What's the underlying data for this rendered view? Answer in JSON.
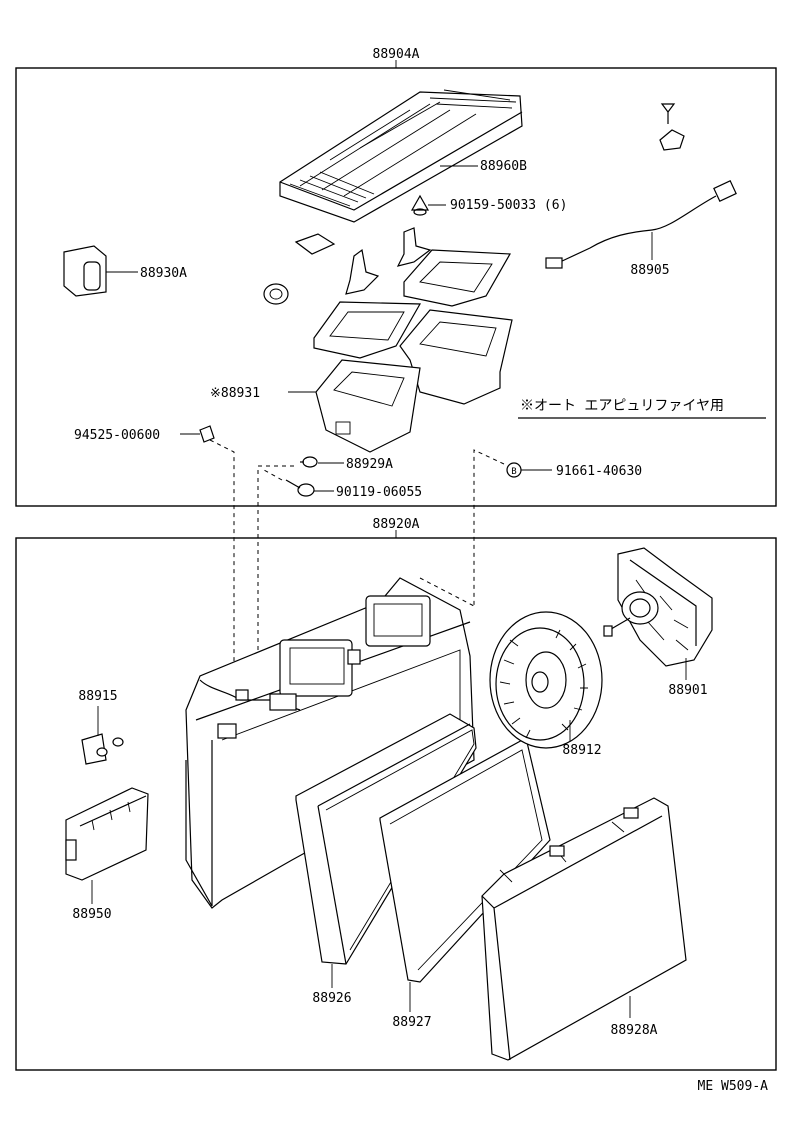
{
  "labels": {
    "top_assy": "88904A",
    "filter_cover": "88960B",
    "bolt_90159": "90159-50033 (6)",
    "wire_harness": "88905",
    "switch": "88930A",
    "sensor_duct": "※88931",
    "note": "※オート エアピュリファイヤ用",
    "clip_94525": "94525-00600",
    "clip_88929": "88929A",
    "nut_91661": "91661-40630",
    "bolt_90119": "90119-06055",
    "bottom_assy": "88920A",
    "fan_motor": "88901",
    "bracket": "88915",
    "fan": "88912",
    "amplifier": "88950",
    "element_1": "88926",
    "element_2": "88927",
    "case_cover": "88928A",
    "drawing_code": "ME W509-A"
  }
}
